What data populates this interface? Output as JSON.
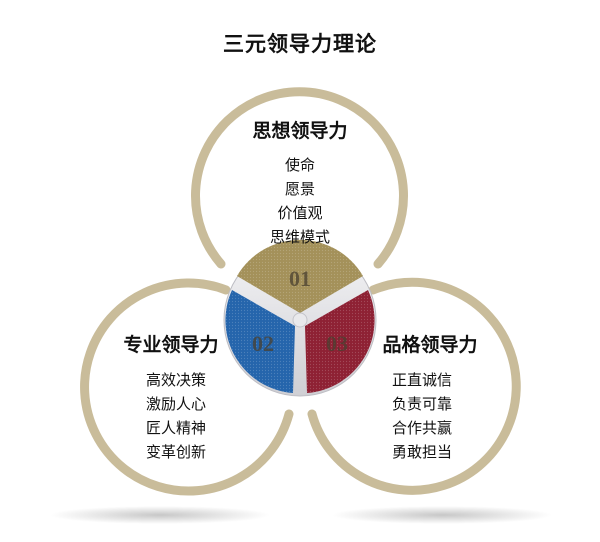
{
  "title": "三元领导力理论",
  "colors": {
    "ring": "#C9BC9A",
    "segment_gold": "#A4915A",
    "segment_blue": "#2565AC",
    "segment_red": "#8E2134",
    "number_text": "#4A4030",
    "plate": "#E8E8EA"
  },
  "circles": [
    {
      "number": "01",
      "heading": "思想领导力",
      "items": [
        "使命",
        "愿景",
        "价值观",
        "思维模式"
      ]
    },
    {
      "number": "02",
      "heading": "专业领导力",
      "items": [
        "高效决策",
        "激励人心",
        "匠人精神",
        "变革创新"
      ]
    },
    {
      "number": "03",
      "heading": "品格领导力",
      "items": [
        "正直诚信",
        "负责可靠",
        "合作共赢",
        "勇敢担当"
      ]
    }
  ]
}
